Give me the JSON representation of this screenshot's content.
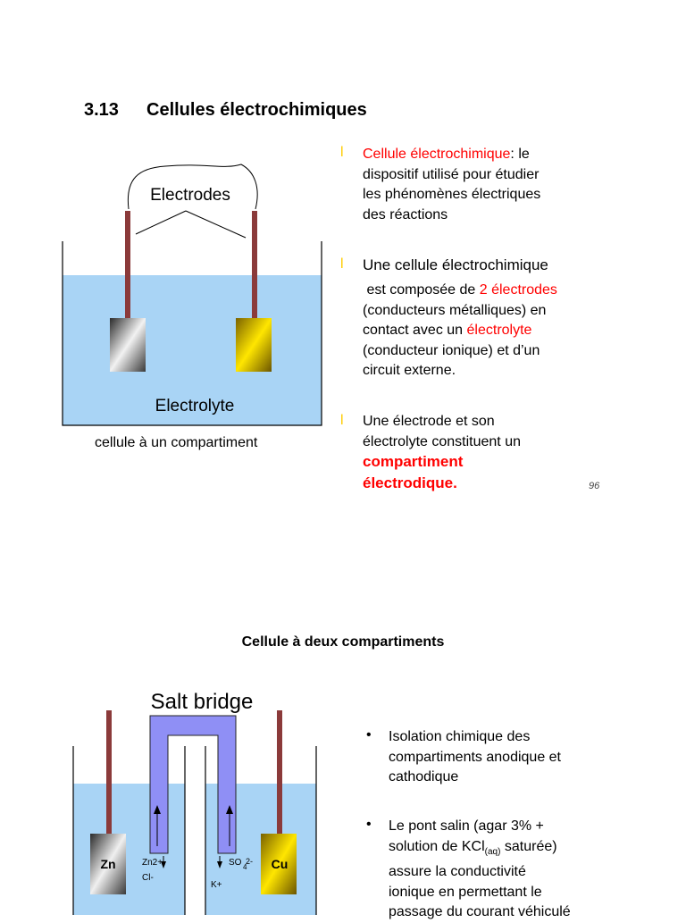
{
  "page1": {
    "section_number": "3.13",
    "section_title": "Cellules électrochimiques",
    "figure": {
      "electrodes_label": "Electrodes",
      "electrolyte_label": "Electrolyte",
      "caption": "cellule à un compartiment"
    },
    "bullet_marker": "l",
    "bullet1": {
      "term": "Cellule électrochimique",
      "after_term": ": le",
      "line2": "dispositif utilisé pour étudier",
      "line3": "les phénomènes électriques",
      "line4": "des réactions"
    },
    "bullet2": {
      "line1": "Une cellule électrochimique",
      "line2_a": " est composée de ",
      "line2_red": "2 électrodes",
      "line3": "(conducteurs métalliques) en",
      "line4_a": "contact avec un ",
      "line4_red": "électrolyte",
      "line5": "(conducteur ionique) et d’un",
      "line6": "circuit externe."
    },
    "bullet3": {
      "line1": "Une électrode et son",
      "line2": "électrolyte constituent un",
      "line3_red": "compartiment",
      "line4_red": "électrodique."
    },
    "page_number": "96"
  },
  "page2": {
    "heading": "Cellule à deux compartiments",
    "figure": {
      "salt_bridge_label": "Salt bridge",
      "zn_label": "Zn",
      "cu_label": "Cu",
      "ion_zn": "Zn2+",
      "ion_cl": "Cl-",
      "ion_so4": "SO",
      "ion_so4_sub": "4",
      "ion_so4_charge": "2-",
      "ion_k": "K+"
    },
    "bullet_marker": "•",
    "bullet1": {
      "line1": "Isolation chimique des",
      "line2": "compartiments anodique et",
      "line3": "cathodique"
    },
    "bullet2": {
      "line1": "Le pont salin (agar 3% +",
      "line2_a": "solution de KCl",
      "line2_sub": "(aq)",
      "line2_b": " saturée)",
      "line3": "assure la conductivité",
      "line4": "ionique en permettant le",
      "line5": "passage du courant véhiculé"
    }
  }
}
